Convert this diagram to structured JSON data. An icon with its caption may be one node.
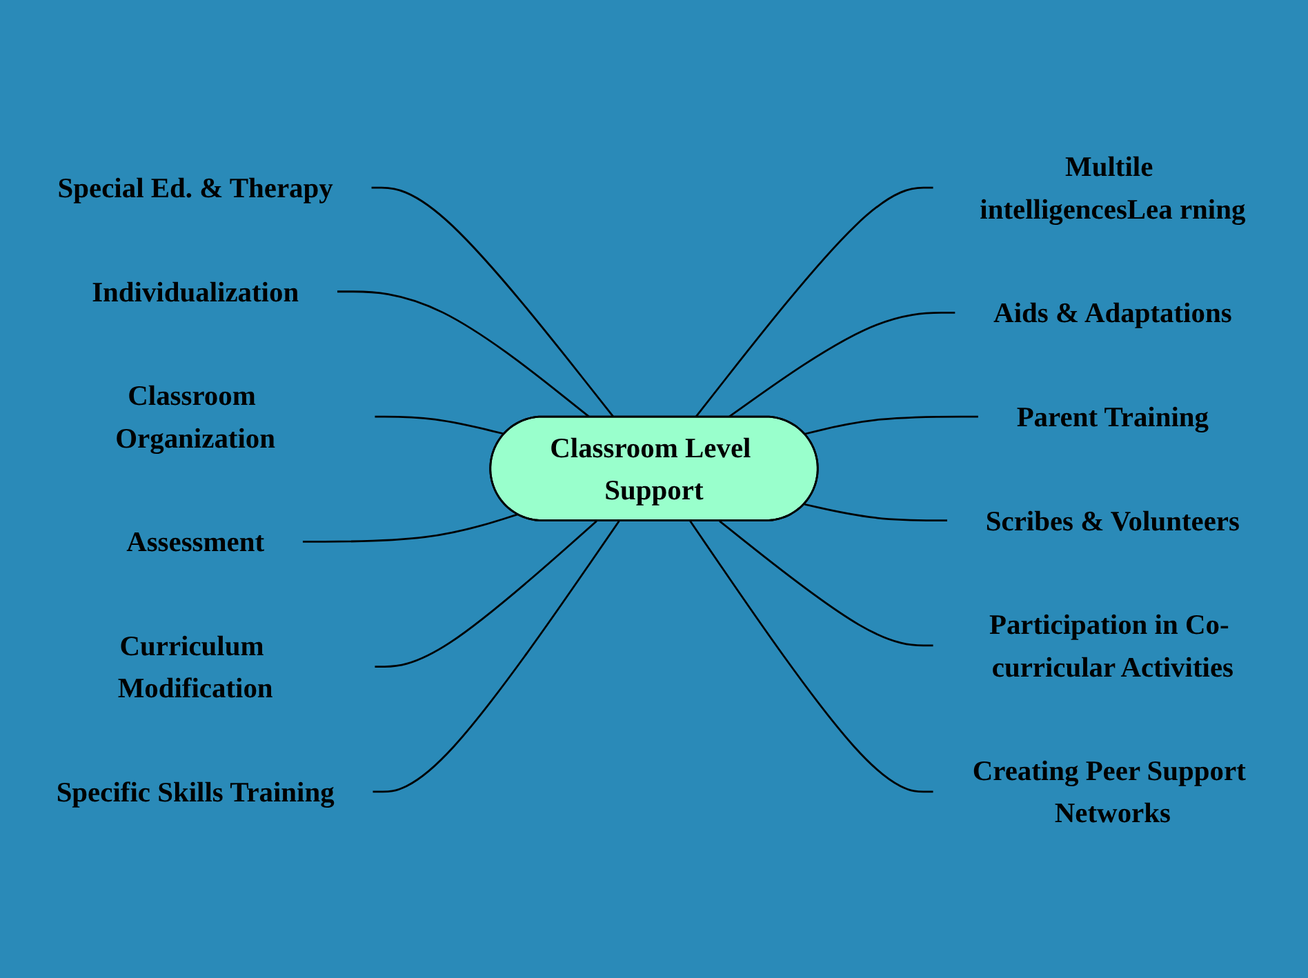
{
  "diagram": {
    "nodes": [
      {
        "text": [
          "Classroom Level Support"
        ]
      },
      {
        "text": [
          "Special Ed. & Therapy"
        ]
      },
      {
        "text": [
          "Individualization"
        ]
      },
      {
        "text": [
          "Multile intelligencesLea rning"
        ]
      },
      {
        "text": [
          "Classroom Organization"
        ]
      },
      {
        "text": [
          "Aids & Adaptations"
        ]
      },
      {
        "text": [
          "Assessment"
        ]
      },
      {
        "text": [
          "Parent Training"
        ]
      },
      {
        "text": [
          "Curriculum Modification"
        ]
      },
      {
        "text": [
          "Scribes & Volunteers"
        ]
      },
      {
        "text": [
          "Specific Skills Training"
        ]
      },
      {
        "text": [
          "Participation in Co- curricular Activities"
        ]
      },
      {
        "text": [
          "Creating Peer Support Networks"
        ]
      }
    ],
    "edges": [
      {
        "from": 0,
        "to": 1,
        "arrow": "none"
      },
      {
        "from": 0,
        "to": 2,
        "arrow": "none"
      },
      {
        "from": 0,
        "to": 3,
        "arrow": "none"
      },
      {
        "from": 0,
        "to": 4,
        "arrow": "none"
      },
      {
        "from": 0,
        "to": 5,
        "arrow": "none"
      },
      {
        "from": 0,
        "to": 6,
        "arrow": "none"
      },
      {
        "from": 0,
        "to": 7,
        "arrow": "none"
      },
      {
        "from": 0,
        "to": 8,
        "arrow": "none"
      },
      {
        "from": 0,
        "to": 9,
        "arrow": "none"
      },
      {
        "from": 0,
        "to": 10,
        "arrow": "none"
      },
      {
        "from": 0,
        "to": 11,
        "arrow": "none"
      },
      {
        "from": 0,
        "to": 12,
        "arrow": "none"
      }
    ]
  }
}
